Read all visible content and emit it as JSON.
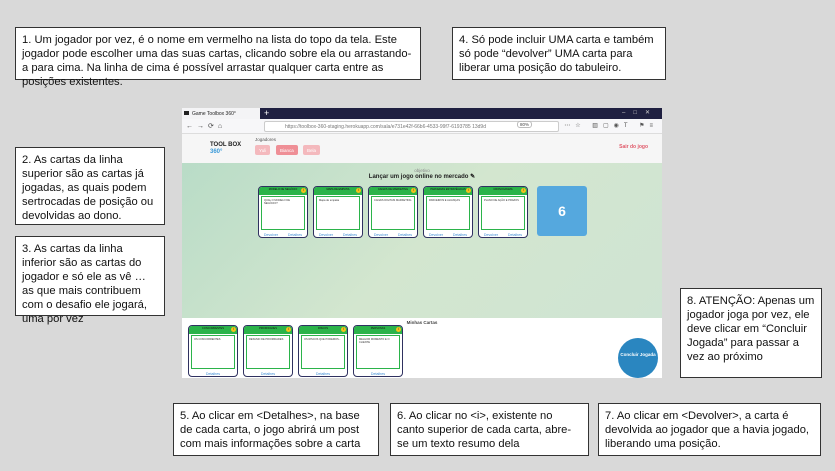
{
  "notes": {
    "n1": "1. Um jogador por vez, é o nome em vermelho na lista do topo da tela. Este jogador pode escolher uma das suas cartas, clicando sobre ela ou arrastando-a para cima. Na linha de cima é possível arrastar qualquer carta entre as posições existentes.",
    "n2": "2. As cartas da linha superior são as cartas já jogadas, as quais podem sertrocadas de posição ou devolvidas ao dono.",
    "n3": "3. As cartas da linha inferior são as cartas do jogador e só ele as vê … as que mais contribuem com o desafio ele jogará, uma por vez",
    "n4": "4. Só pode incluir UMA carta e também só pode “devolver” UMA carta para liberar uma posição do tabuleiro.",
    "n5": "5. Ao clicar em <Detalhes>, na base de cada carta, o jogo abrirá um post com mais informações sobre a carta",
    "n6": "6. Ao clicar no <i>, existente no canto superior de cada carta, abre-se um texto resumo dela",
    "n7": "7. Ao clicar em <Devolver>, a carta é devolvida ao jogador que a havia jogado, liberando uma posição.",
    "n8": "8. ATENÇÃO: Apenas um jogador joga por vez, ele deve clicar em “Concluir Jogada” para passar a vez ao próximo"
  },
  "browser": {
    "tab_title": "Game Toolbox 360°",
    "url": "https://toolbox-360-staging.herokuapp.com/sala/e731e42f-66b6-4533-99f7-6193785 13d9d",
    "zoom": "80%"
  },
  "app": {
    "logo": "TOOL BOX",
    "logo_accent": "360°",
    "players_label": "Jogadores",
    "players": [
      {
        "name": "Yuli",
        "active": false
      },
      {
        "name": "Bianca",
        "active": true
      },
      {
        "name": "Bela",
        "active": false
      }
    ],
    "exit": "Sair do jogo",
    "objective_label": "objetivo",
    "objective": "Lançar um jogo online no mercado"
  },
  "table_cards": [
    {
      "title": "MODELO DE NEGÓCIO",
      "body": "QUAL O MODELO DE NEGÓCIO?"
    },
    {
      "title": "MAPA DE EMPATIA",
      "body": "Mapa de empatia"
    },
    {
      "title": "CANAIS DE MARKETING",
      "body": "CANAIS DIGITAIS MARKETING"
    },
    {
      "title": "PARCERIAS ESTRATÉGICAS",
      "body": "PARCEIROS E ALIANÇAS"
    },
    {
      "title": "CRONOGRAMA",
      "body": "PLANO DE AÇÃO E PRAZOS"
    }
  ],
  "table_count": "6",
  "return_label": "Devolver",
  "details_label": "Detalhes",
  "my_cards_title": "Minhas Cartas",
  "my_cards": [
    {
      "title": "CONCORRENTES",
      "body": "OS CONCORRENTES"
    },
    {
      "title": "PRIORIDADES",
      "body": "RESUMO DE PRIORIDADES"
    },
    {
      "title": "RISCOS",
      "body": "OS RISCOS QUE PODEMOS..."
    },
    {
      "title": "PERSONAS",
      "body": "MELHOR MOMENTO E O CLIENTE"
    }
  ],
  "finish": "Concluir Jogada"
}
